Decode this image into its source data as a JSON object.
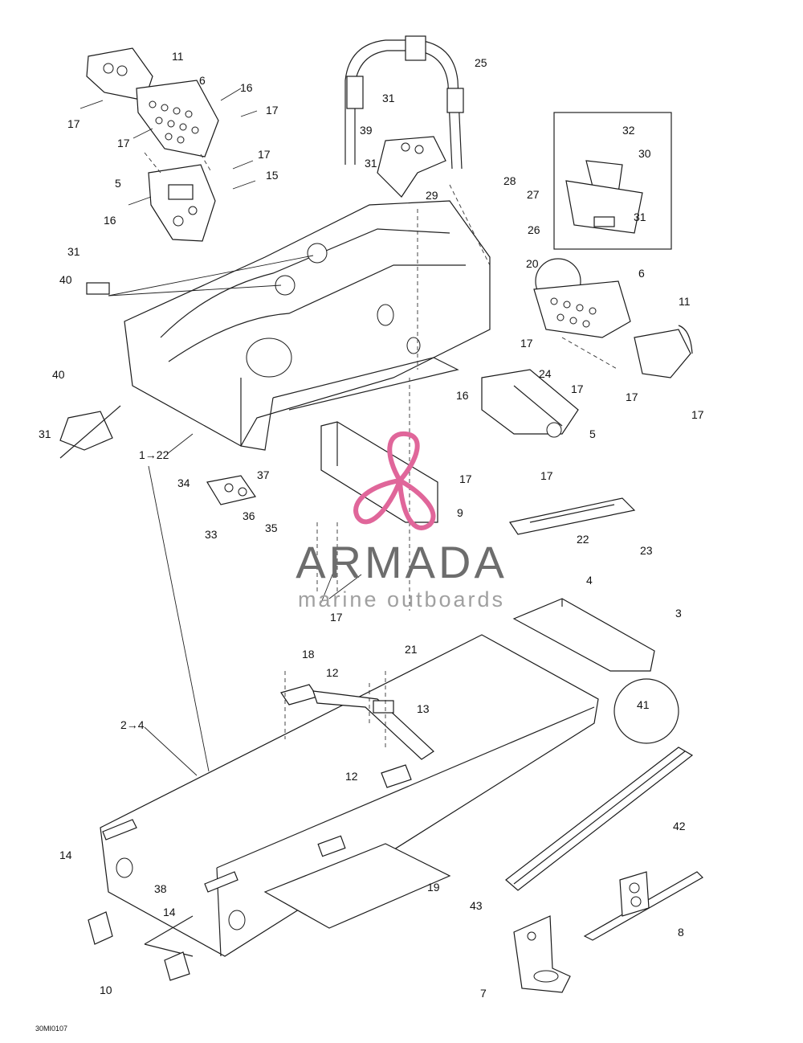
{
  "diagram_code": "30MI0107",
  "watermark": {
    "title": "ARMADA",
    "subtitle": "marine outboards",
    "accent_color": "#e0669a"
  },
  "labels": [
    "1→22",
    "2→4",
    "3",
    "4",
    "5",
    "5",
    "6",
    "6",
    "7",
    "8",
    "9",
    "10",
    "11",
    "11",
    "12",
    "12",
    "13",
    "14",
    "14",
    "15",
    "16",
    "16",
    "16",
    "17",
    "17",
    "17",
    "17",
    "17",
    "17",
    "17",
    "17",
    "17",
    "17",
    "17",
    "18",
    "19",
    "20",
    "21",
    "22",
    "23",
    "24",
    "25",
    "26",
    "27",
    "28",
    "29",
    "30",
    "31",
    "31",
    "31",
    "31",
    "31",
    "32",
    "33",
    "34",
    "35",
    "36",
    "37",
    "38",
    "39",
    "40",
    "40",
    "41",
    "42",
    "43"
  ]
}
